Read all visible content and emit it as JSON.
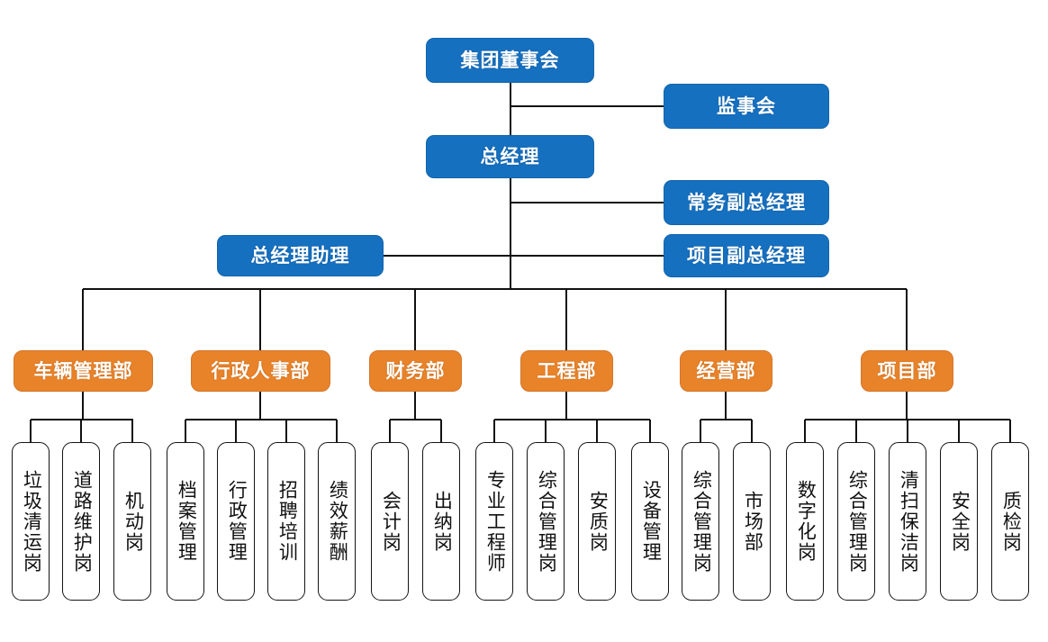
{
  "colors": {
    "blue": "#1670C0",
    "orange": "#E8832A",
    "line": "#111111",
    "box_text": "#ffffff",
    "post_text": "#111111",
    "background": "#ffffff"
  },
  "chart_title": "",
  "executive": {
    "board": "集团董事会",
    "supervisory": "监事会",
    "general_manager": "总经理",
    "exec_vice_gm": "常务副总经理",
    "project_vice_gm": "项目副总经理",
    "gm_assistant": "总经理助理"
  },
  "departments": [
    {
      "id": "vehicle",
      "name": "车辆管理部",
      "posts": [
        "垃圾清运岗",
        "道路维护岗",
        "机动岗"
      ]
    },
    {
      "id": "admin-hr",
      "name": "行政人事部",
      "posts": [
        "档案管理",
        "行政管理",
        "招聘培训",
        "绩效薪酬"
      ]
    },
    {
      "id": "finance",
      "name": "财务部",
      "posts": [
        "会计岗",
        "出纳岗"
      ]
    },
    {
      "id": "engineering",
      "name": "工程部",
      "posts": [
        "专业工程师",
        "综合管理岗",
        "安质岗",
        "设备管理"
      ]
    },
    {
      "id": "operations",
      "name": "经营部",
      "posts": [
        "综合管理岗",
        "市场部"
      ]
    },
    {
      "id": "project",
      "name": "项目部",
      "posts": [
        "数字化岗",
        "综合管理岗",
        "清扫保洁岗",
        "安全岗",
        "质检岗"
      ]
    }
  ]
}
